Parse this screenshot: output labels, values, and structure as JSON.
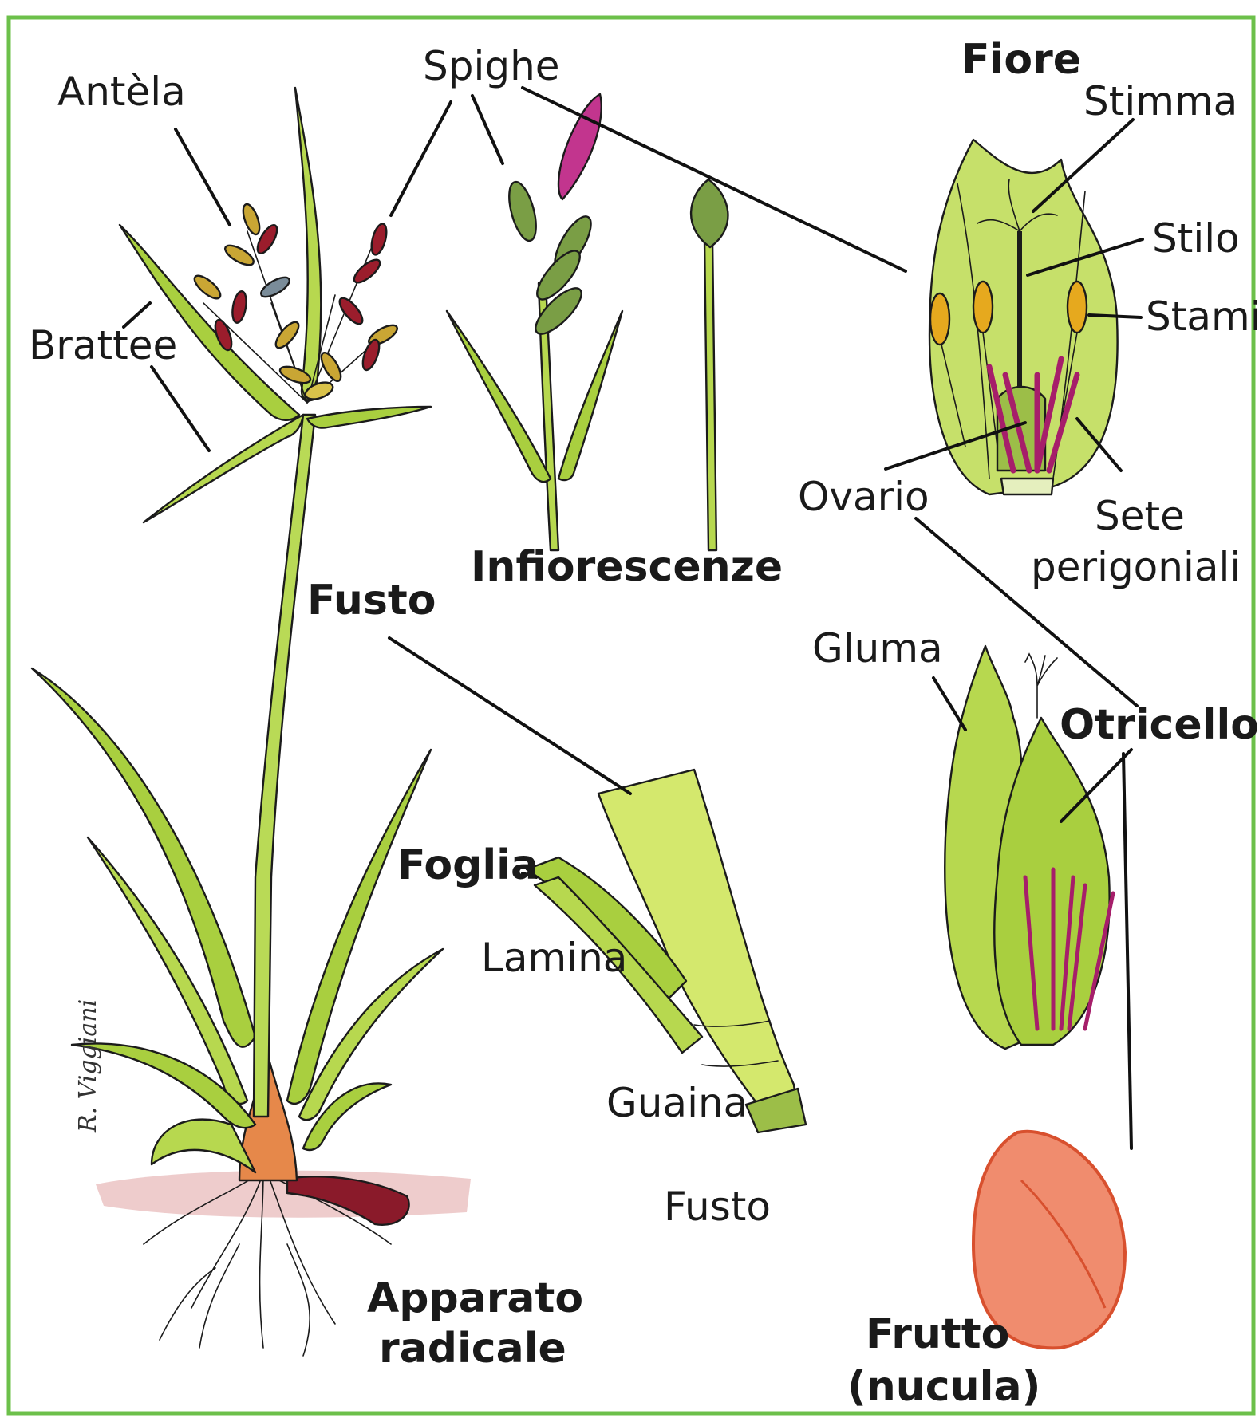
{
  "colors": {
    "frame": "#6cc04a",
    "leaf": "#a9cf3f",
    "leaf_light": "#d4e86d",
    "leaf_dark": "#5f8f2a",
    "spike_red": "#9b1d2c",
    "spike_yellow": "#c9a634",
    "spike_magenta": "#c2358e",
    "anther": "#e6a91e",
    "bristle": "#a61e6a",
    "root_tint": "#e0a3a3",
    "nut": "#f08c6e",
    "nut_edge": "#d8502e"
  },
  "labels": {
    "antela": "Antèla",
    "spighe": "Spighe",
    "fiore": "Fiore",
    "stimma": "Stimma",
    "stilo": "Stilo",
    "stami": "Stami",
    "brattee": "Brattee",
    "ovario": "Ovario",
    "sete_1": "Sete",
    "sete_2": "perigoniali",
    "infiorescenze": "Infiorescenze",
    "fusto_title": "Fusto",
    "gluma": "Gluma",
    "otricello": "Otricello",
    "foglia": "Foglia",
    "lamina": "Lamina",
    "guaina": "Guaina",
    "fusto_part": "Fusto",
    "apparato_1": "Apparato",
    "apparato_2": "radicale",
    "frutto_1": "Frutto",
    "frutto_2": "(nucula)"
  }
}
